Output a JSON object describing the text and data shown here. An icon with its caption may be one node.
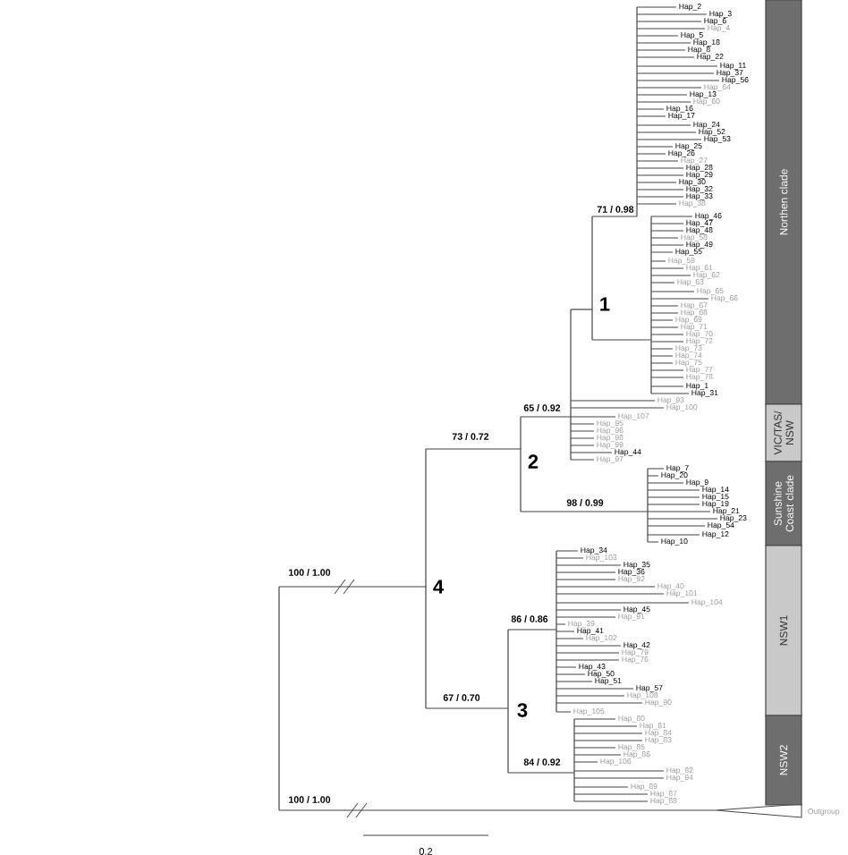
{
  "diagram": {
    "nodes": [
      {
        "text": [
          "Northen clade"
        ]
      },
      {
        "text": [
          "VIC/TAS/ NSW"
        ]
      },
      {
        "text": [
          "Sunshine Coast clade"
        ]
      },
      {
        "text": [
          "NSW1"
        ]
      },
      {
        "text": [
          "NSW2"
        ]
      }
    ],
    "labels": [
      "Hap_2",
      "Hap_3",
      "Hap_6",
      "Hap_4",
      "Hap_5",
      "Hap_18",
      "Hap_8",
      "Hap_22",
      "Hap_11",
      "Hap_37",
      "Hap_56",
      "Hap_64",
      "Hap_13",
      "Hap_60",
      "Hap_16",
      "Hap_17",
      "Hap_24",
      "Hap_52",
      "Hap_53",
      "Hap_25",
      "Hap_26",
      "Hap_27",
      "Hap_28",
      "Hap_29",
      "Hap_30",
      "Hap_32",
      "Hap_33",
      "Hap_38",
      "Hap_46",
      "Hap_47",
      "Hap_48",
      "Hap_58",
      "Hap_49",
      "Hap_55",
      "Hap_59",
      "Hap_61",
      "Hap_62",
      "Hap_63",
      "Hap_65",
      "Hap_66",
      "Hap_67",
      "Hap_68",
      "Hap_69",
      "Hap_71",
      "Hap_70",
      "Hap_72",
      "Hap_73",
      "Hap_74",
      "Hap_75",
      "Hap_77",
      "Hap_78",
      "Hap_1",
      "Hap_31",
      "Hap_93",
      "Hap_100",
      "Hap_107",
      "Hap_95",
      "Hap_96",
      "Hap_98",
      "Hap_99",
      "Hap_44",
      "Hap_97",
      "Hap_7",
      "Hap_20",
      "Hap_9",
      "Hap_14",
      "Hap_15",
      "Hap_19",
      "Hap_21",
      "Hap_23",
      "Hap_54",
      "Hap_12",
      "Hap_10",
      "Hap_34",
      "Hap_103",
      "Hap_35",
      "Hap_36",
      "Hap_92",
      "Hap_40",
      "Hap_101",
      "Hap_104",
      "Hap_45",
      "Hap_91",
      "Hap_39",
      "Hap_41",
      "Hap_102",
      "Hap_42",
      "Hap_79",
      "Hap_76",
      "Hap_43",
      "Hap_50",
      "Hap_51",
      "Hap_57",
      "Hap_108",
      "Hap_90",
      "Hap_105",
      "Hap_80",
      "Hap_81",
      "Hap_84",
      "Hap_83",
      "Hap_85",
      "Hap_86",
      "Hap_106",
      "Hap_82",
      "Hap_94",
      "Hap_89",
      "Hap_87",
      "Hap_88",
      "Outgroup",
      "71 / 0.98",
      "65 / 0.92",
      "73 / 0.72",
      "98 / 0.99",
      "100 / 1.00",
      "86 / 0.86",
      "67 / 0.70",
      "84 / 0.92",
      "100 / 1.00",
      "1",
      "2",
      "3",
      "4",
      "0.2"
    ]
  }
}
